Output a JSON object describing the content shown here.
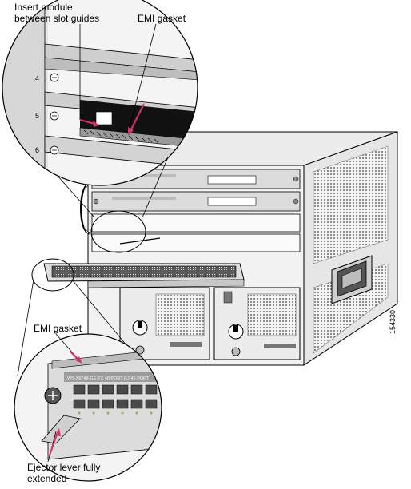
{
  "callouts": {
    "insert_module_line1": "Insert module",
    "insert_module_line2": "between slot guides",
    "emi_gasket_top": "EMI gasket",
    "emi_gasket_bottom": "EMI gasket",
    "ejector_line1": "Ejector lever fully",
    "ejector_line2": "extended"
  },
  "slot_numbers": [
    "4",
    "5",
    "6"
  ],
  "module_label": "WS-X6748-GE-TX  48 PORT RJ-45 PORT",
  "figure_id": "154330"
}
